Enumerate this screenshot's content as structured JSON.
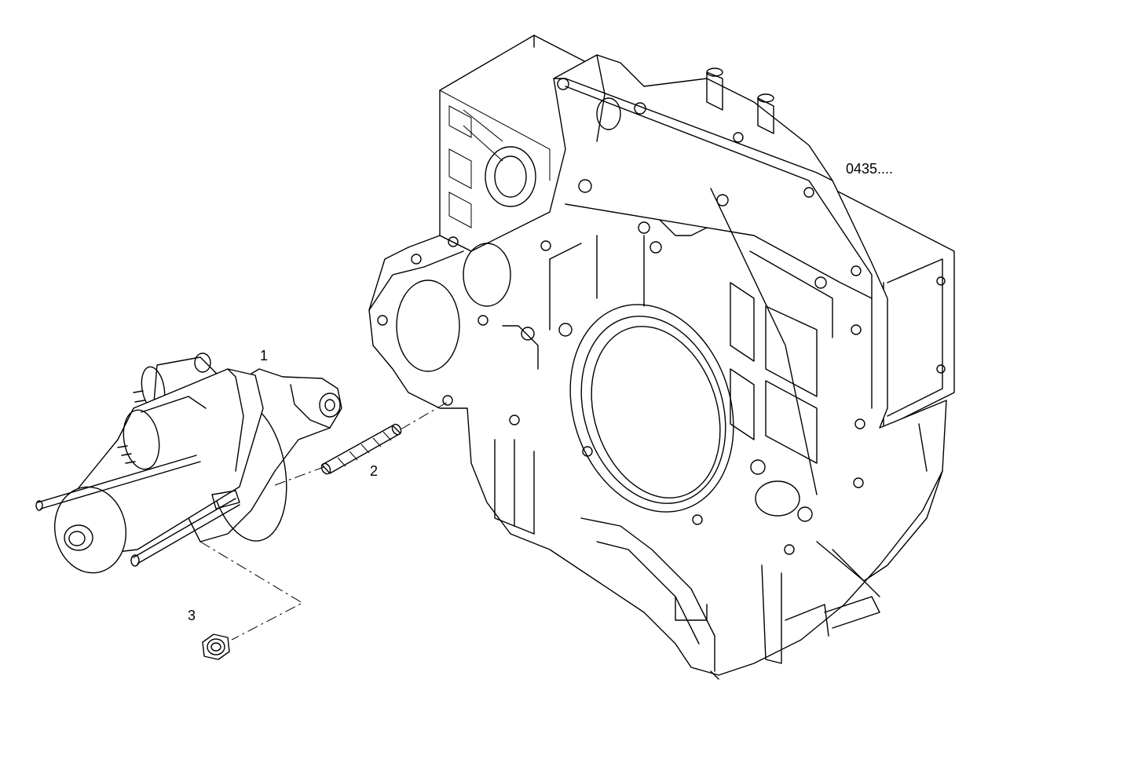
{
  "diagram": {
    "reference_code": "0435....",
    "callouts": [
      {
        "id": "1",
        "label": "1",
        "part": "starter-motor"
      },
      {
        "id": "2",
        "label": "2",
        "part": "stud"
      },
      {
        "id": "3",
        "label": "3",
        "part": "nut"
      }
    ]
  }
}
